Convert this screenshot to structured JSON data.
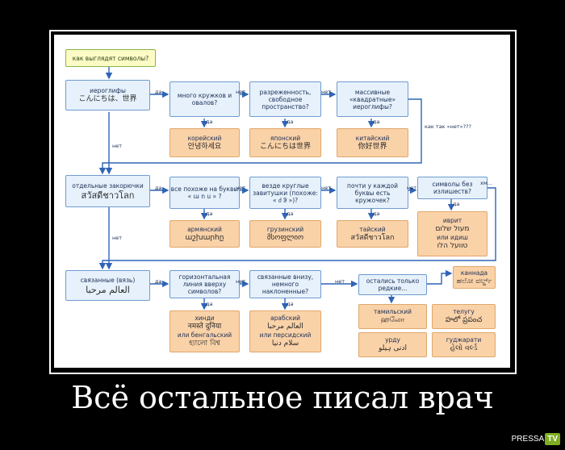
{
  "caption": "Всё остальное писал врач",
  "watermark": {
    "left": "PRESSA",
    "right": "TV"
  },
  "labels": {
    "yes": "да",
    "no": "нет"
  },
  "start": "как выглядят символы?",
  "row1": {
    "hieroglyphs": {
      "title": "иероглифы",
      "sample": "こんにちは、世界"
    },
    "q1": "много кружков и овалов?",
    "q2": "разреженность, свободное пространство?",
    "q3": "массивные «квадратные» иероглифы?",
    "korean": {
      "name": "корейский",
      "sample": "안녕하세요"
    },
    "japanese": {
      "name": "японский",
      "sample": "こんにちは世界"
    },
    "chinese": {
      "name": "китайский",
      "sample": "你好世界"
    },
    "note": "как так «нет»???"
  },
  "row2": {
    "separate": {
      "title": "отдельные закорючки",
      "sample": "สวัสดีชาวโลก"
    },
    "q1": "все похоже на буквы « ա ո ս » ?",
    "q2": "везде круглые завитушки (похоже: « ძ ჵ »)?",
    "q3": "почти у каждой буквы есть кружочек?",
    "q4": "символы без излишеств?",
    "hm": "хм...",
    "armenian": {
      "name": "армянский",
      "sample": "աշխարհը"
    },
    "georgian": {
      "name": "грузинский",
      "sample": "მსოფლიო"
    },
    "thai": {
      "name": "тайский",
      "sample": "สวัสดีชาวโลก"
    },
    "hebrew": {
      "name": "иврит",
      "line2": "מעול שלום",
      "line3": "или идиш",
      "line4": "טוועל הלו"
    }
  },
  "row3": {
    "cursive": {
      "title": "связанные (вязь)",
      "sample": "العالم مرحبا"
    },
    "q1": "горизонтальная линия вверху символов?",
    "q2": "связанные внизу, немного наклоненные?",
    "rare": "остались только редкие...",
    "hindi": {
      "name": "хинди",
      "sample": "नमस्ते दुनिया",
      "or": "или бенгальский",
      "sample2": "হ্যালো বিশ্ব"
    },
    "arabic": {
      "name": "арабский",
      "sample": "العالم مرحبا",
      "or": "или персидский",
      "sample2": "سلام دنیا"
    },
    "kannada": {
      "name": "каннада",
      "sample": "ಹಲೋ ವರ್ಲ್ಡ್"
    },
    "tamil": {
      "name": "тамильский",
      "sample": "ஹலோ"
    },
    "telugu": {
      "name": "телугу",
      "sample": "హలో ప్రపంచ"
    },
    "urdu": {
      "name": "урду",
      "sample": "ادنی ہیلو"
    },
    "gujarati": {
      "name": "гуджарати",
      "sample": "હેલો વર્લ્ડ"
    }
  }
}
